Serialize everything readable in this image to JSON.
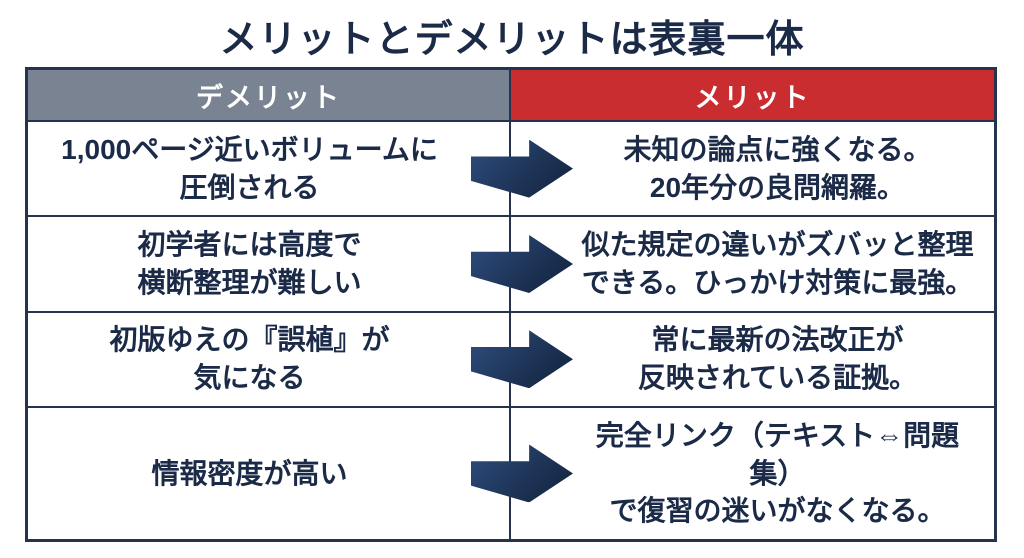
{
  "page": {
    "title": "メリットとデメリットは表裏一体"
  },
  "table": {
    "headers": {
      "demerit": "デメリット",
      "merit": "メリット"
    },
    "rows": [
      {
        "demerit": "1,000ページ近いボリュームに\n圧倒される",
        "merit": "未知の論点に強くなる。\n20年分の良問網羅。"
      },
      {
        "demerit": "初学者には高度で\n横断整理が難しい",
        "merit": "似た規定の違いがズバッと整理\nできる。ひっかけ対策に最強。"
      },
      {
        "demerit": "初版ゆえの『誤植』が\n気になる",
        "merit": "常に最新の法改正が\n反映されている証拠。"
      },
      {
        "demerit": "情報密度が高い",
        "merit": "完全リンク（テキスト⇔問題集）\nで復習の迷いがなくなる。"
      }
    ],
    "icons": {
      "row_arrow": "right-arrow-icon"
    }
  },
  "colors": {
    "text": "#1b2a47",
    "border": "#26334f",
    "demerit_header_bg": "#7a8391",
    "merit_header_bg": "#c92d30",
    "header_text": "#ffffff",
    "arrow_light": "#2f4e7e",
    "arrow_dark": "#152744",
    "page_bg": "#ffffff"
  }
}
